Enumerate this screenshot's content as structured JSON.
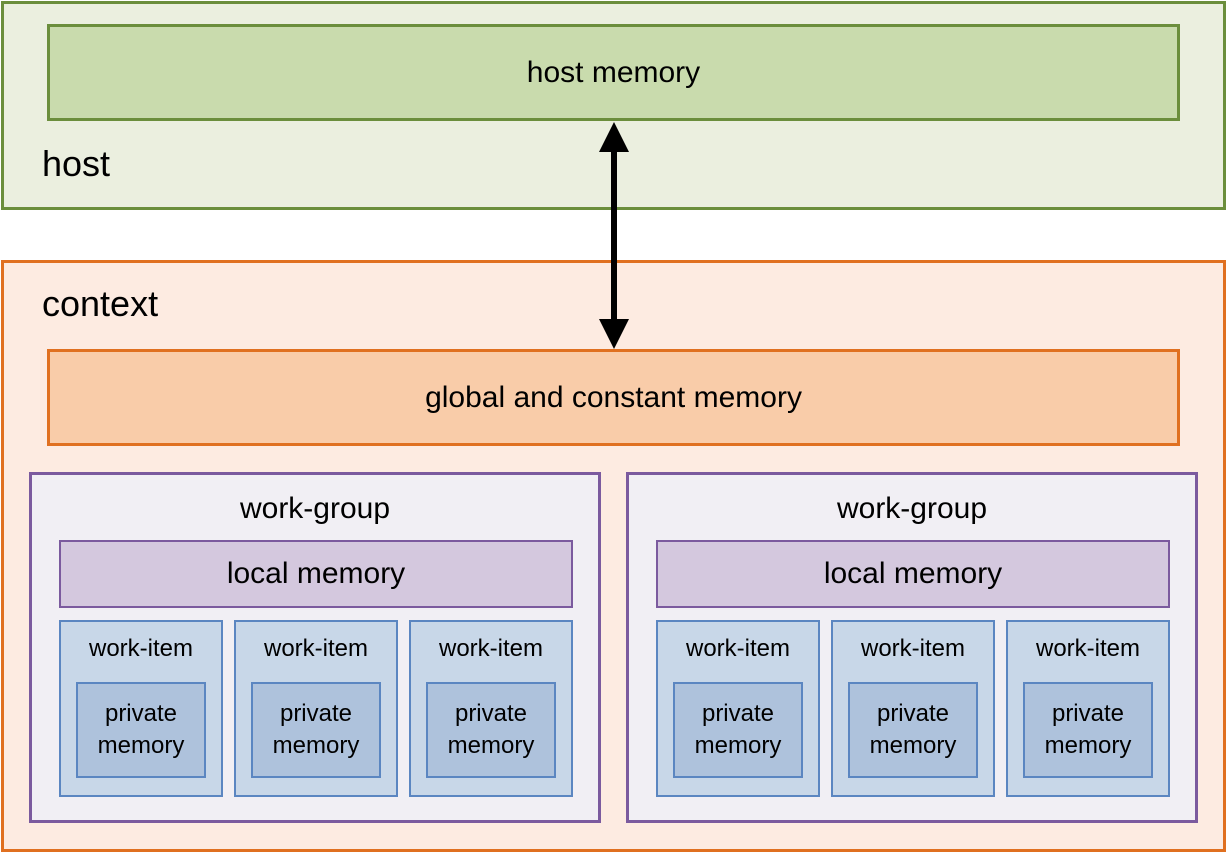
{
  "host": {
    "label": "host",
    "memory_label": "host memory"
  },
  "context": {
    "label": "context",
    "global_memory_label": "global and constant memory"
  },
  "work_groups": [
    {
      "title": "work-group",
      "local_memory_label": "local memory",
      "work_items": [
        {
          "title": "work-item",
          "private_line1": "private",
          "private_line2": "memory"
        },
        {
          "title": "work-item",
          "private_line1": "private",
          "private_line2": "memory"
        },
        {
          "title": "work-item",
          "private_line1": "private",
          "private_line2": "memory"
        }
      ]
    },
    {
      "title": "work-group",
      "local_memory_label": "local memory",
      "work_items": [
        {
          "title": "work-item",
          "private_line1": "private",
          "private_line2": "memory"
        },
        {
          "title": "work-item",
          "private_line1": "private",
          "private_line2": "memory"
        },
        {
          "title": "work-item",
          "private_line1": "private",
          "private_line2": "memory"
        }
      ]
    }
  ],
  "colors": {
    "host_fill": "#ebefdf",
    "host_border": "#6b8e3c",
    "host_memory_fill": "#c9dbad",
    "context_fill": "#fdebe1",
    "context_border": "#e07020",
    "global_memory_fill": "#f9cca9",
    "work_group_fill": "#f1eff4",
    "work_group_border": "#7b5a9e",
    "local_memory_fill": "#d4c8de",
    "work_item_fill": "#c8d7e8",
    "work_item_border": "#5b86c1",
    "private_memory_fill": "#aec2dc"
  }
}
